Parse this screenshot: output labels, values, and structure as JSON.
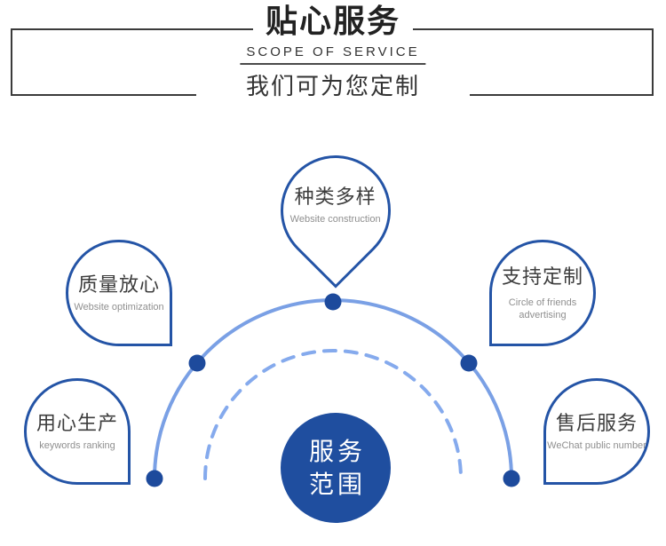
{
  "header": {
    "title": "贴心服务",
    "subtitle": "SCOPE OF SERVICE",
    "tagline": "我们可为您定制"
  },
  "diagram": {
    "center_badge": {
      "line1": "服务",
      "line2": "范围"
    },
    "bubbles": [
      {
        "position": "top",
        "title": "种类多样",
        "sub": "Website construction"
      },
      {
        "position": "upper-left",
        "title": "质量放心",
        "sub": "Website optimization"
      },
      {
        "position": "upper-right",
        "title": "支持定制",
        "sub": "Circle of friends advertising"
      },
      {
        "position": "lower-left",
        "title": "用心生产",
        "sub": "keywords ranking"
      },
      {
        "position": "lower-right",
        "title": "售后服务",
        "sub": "WeChat public number"
      }
    ],
    "colors": {
      "dark_blue": "#1d4a9c",
      "badge_fill": "#1f4e9f",
      "bubble_border": "#2454a6",
      "arc_solid": "#7aa0e5",
      "arc_dashed": "#85aaed",
      "frame_line": "#3b3b3b"
    }
  }
}
